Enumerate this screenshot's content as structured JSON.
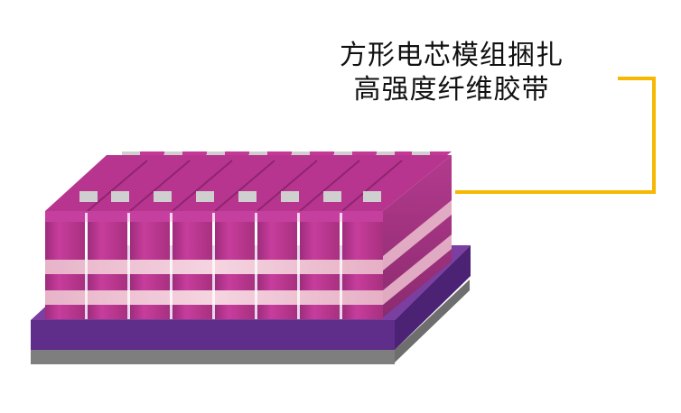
{
  "caption": {
    "line1": "方形电芯模组捆扎",
    "line2": "高强度纤维胶带"
  },
  "colors": {
    "leader_line": "#F6B800",
    "cell_top": "#C53A98",
    "cell_front": "#B5348B",
    "band_pink": "#F2C6D6",
    "terminal": "#C8C8C8",
    "base_top": "#7A3FA0",
    "base_front": "#5B2C86",
    "base_side": "#3F1D62",
    "bottom_plate": "#7A7A7A"
  },
  "module": {
    "front_row_cells": 8,
    "back_row_cells": 8
  }
}
